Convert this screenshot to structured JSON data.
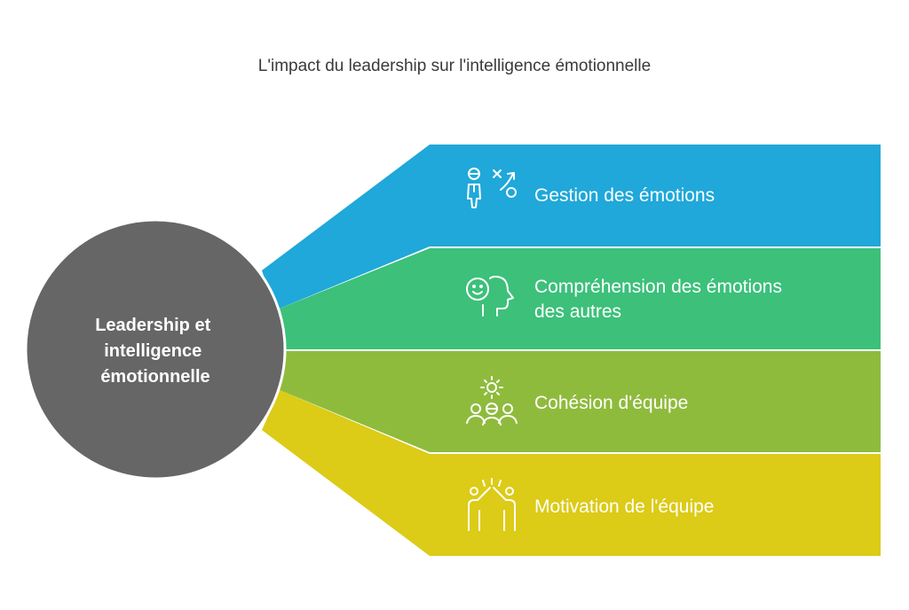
{
  "title": "L'impact du leadership sur l'intelligence émotionnelle",
  "center": {
    "lines": [
      "Leadership et",
      "intelligence",
      "émotionnelle"
    ],
    "color": "#666666"
  },
  "bands": [
    {
      "lines": [
        "Gestion des émotions"
      ],
      "color": "#1fa8d9",
      "icon": "emotion-management-icon"
    },
    {
      "lines": [
        "Compréhension des émotions",
        "des autres"
      ],
      "color": "#3cc07a",
      "icon": "empathy-head-icon"
    },
    {
      "lines": [
        "Cohésion d'équipe"
      ],
      "color": "#8fbb3c",
      "icon": "team-cohesion-icon"
    },
    {
      "lines": [
        "Motivation de l'équipe"
      ],
      "color": "#dccb17",
      "icon": "high-five-icon"
    }
  ]
}
